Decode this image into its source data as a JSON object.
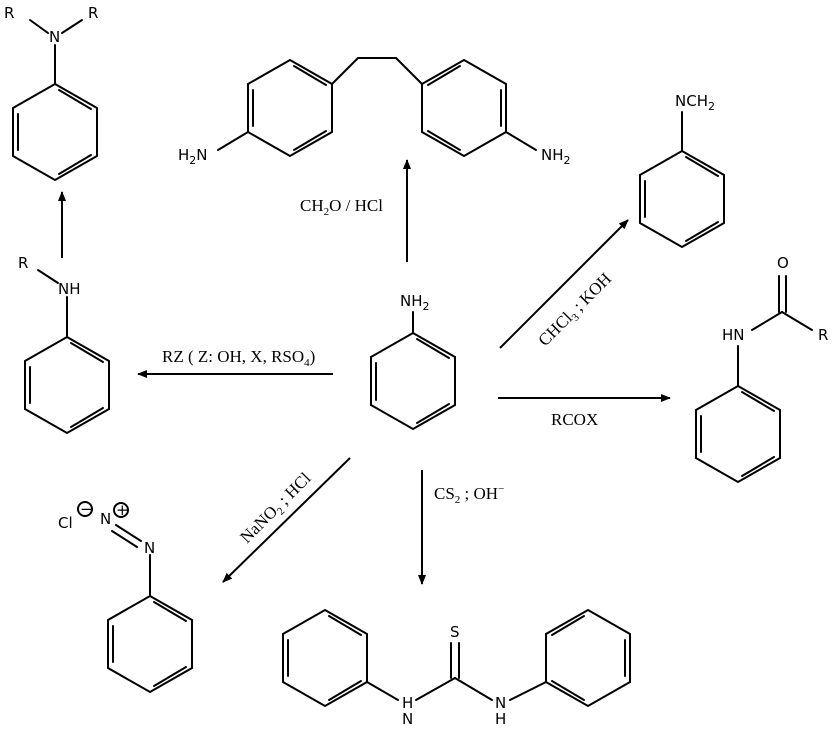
{
  "center": {
    "label_main": "NH",
    "label_sub": "2"
  },
  "methylene_dianiline": {
    "left_main": "H",
    "left_sub": "2",
    "left_n": "N",
    "right_main": "NH",
    "right_sub": "2"
  },
  "tertiary_amine": {
    "r1": "R",
    "r2": "R",
    "n": "N"
  },
  "secondary_amine": {
    "r": "R",
    "nh": "NH"
  },
  "isocyanide": {
    "label_main": "NCH",
    "label_sub": "2"
  },
  "amide": {
    "o": "O",
    "r": "R",
    "hn": "HN"
  },
  "diazonium": {
    "cl": "Cl",
    "n1": "N",
    "n2": "N",
    "minus": "−",
    "plus": "+"
  },
  "thiourea": {
    "s": "S",
    "h1": "H",
    "n1": "N",
    "n2": "N",
    "h2": "H"
  },
  "reagents": {
    "ch2o_a": "CH",
    "ch2o_sub": "2",
    "ch2o_b": "O / HCl",
    "rz": "RZ ( Z: OH, X, RSO",
    "rz_sub": "4",
    "rz_end": ")",
    "chcl3_a": "CHCl",
    "chcl3_sub": "3",
    "chcl3_b": " ; KOH",
    "rcox": "RCOX",
    "nano2_a": "NaNO",
    "nano2_sub": "2",
    "nano2_b": " ; HCl",
    "cs2_a": "CS",
    "cs2_sub": "2",
    "cs2_b": " ; OH",
    "cs2_sup": "−"
  }
}
